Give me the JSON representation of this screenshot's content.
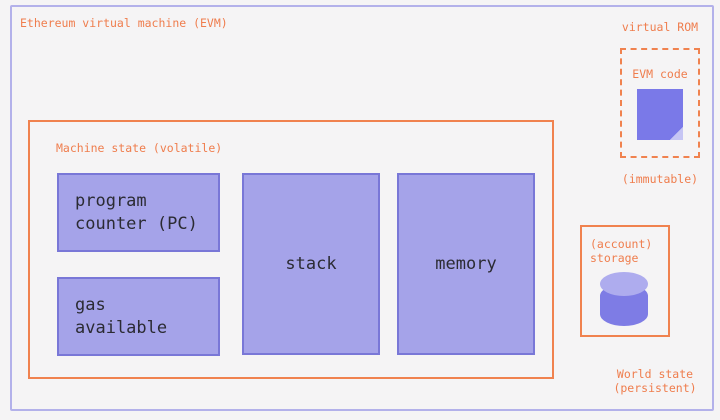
{
  "colors": {
    "background": "#f5f4f5",
    "frame_border": "#b3b1ea",
    "accent_orange": "#ef7d4d",
    "state_box_fill": "#a5a3e9",
    "state_box_border": "#7977d7",
    "icon_purple": "#7a79e8",
    "icon_purple_light": "#c6c5f4",
    "cylinder_top": "#aeacee",
    "dark_text": "#2b2b33"
  },
  "evm": {
    "title": "Ethereum virtual machine (EVM)",
    "machine_state": {
      "label": "Machine state (volatile)",
      "program_counter": "program\ncounter (PC)",
      "gas_available": "gas\navailable",
      "stack": "stack",
      "memory": "memory"
    }
  },
  "rom": {
    "label": "virtual ROM",
    "code_label": "EVM code",
    "immutable_label": "(immutable)"
  },
  "storage": {
    "label": "(account)\nstorage",
    "world_state_label": "World state\n(persistent)"
  }
}
